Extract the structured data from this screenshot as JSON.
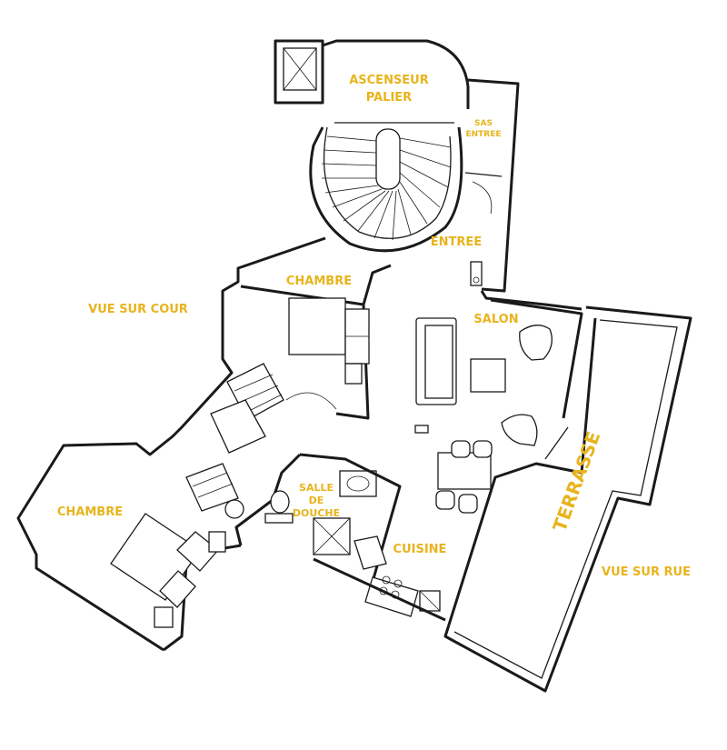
{
  "labels": {
    "ascenseur": "ASCENSEUR",
    "palier": "PALIER",
    "sas": "SAS",
    "sas_entree": "ENTREE",
    "entree": "ENTREE",
    "chambre_top": "CHAMBRE",
    "salon": "SALON",
    "vue_sur_cour": "VUE SUR COUR",
    "chambre_bottom": "CHAMBRE",
    "salle": "SALLE",
    "de": "DE",
    "douche": "DOUCHE",
    "cuisine": "CUISINE",
    "terrasse": "TERRASSE",
    "vue_sur_rue": "VUE SUR RUE"
  },
  "colors": {
    "label": "#e8b41c",
    "walls": "#1a1a1a",
    "background": "#ffffff"
  },
  "icons": {
    "elevator": "elevator-icon",
    "staircase": "spiral-staircase-icon",
    "bed": "bed-icon",
    "sofa": "sofa-icon",
    "armchair": "armchair-icon",
    "table": "dining-table-icon",
    "shower": "shower-icon",
    "toilet": "toilet-icon",
    "stove": "stove-icon",
    "sink": "sink-icon"
  }
}
